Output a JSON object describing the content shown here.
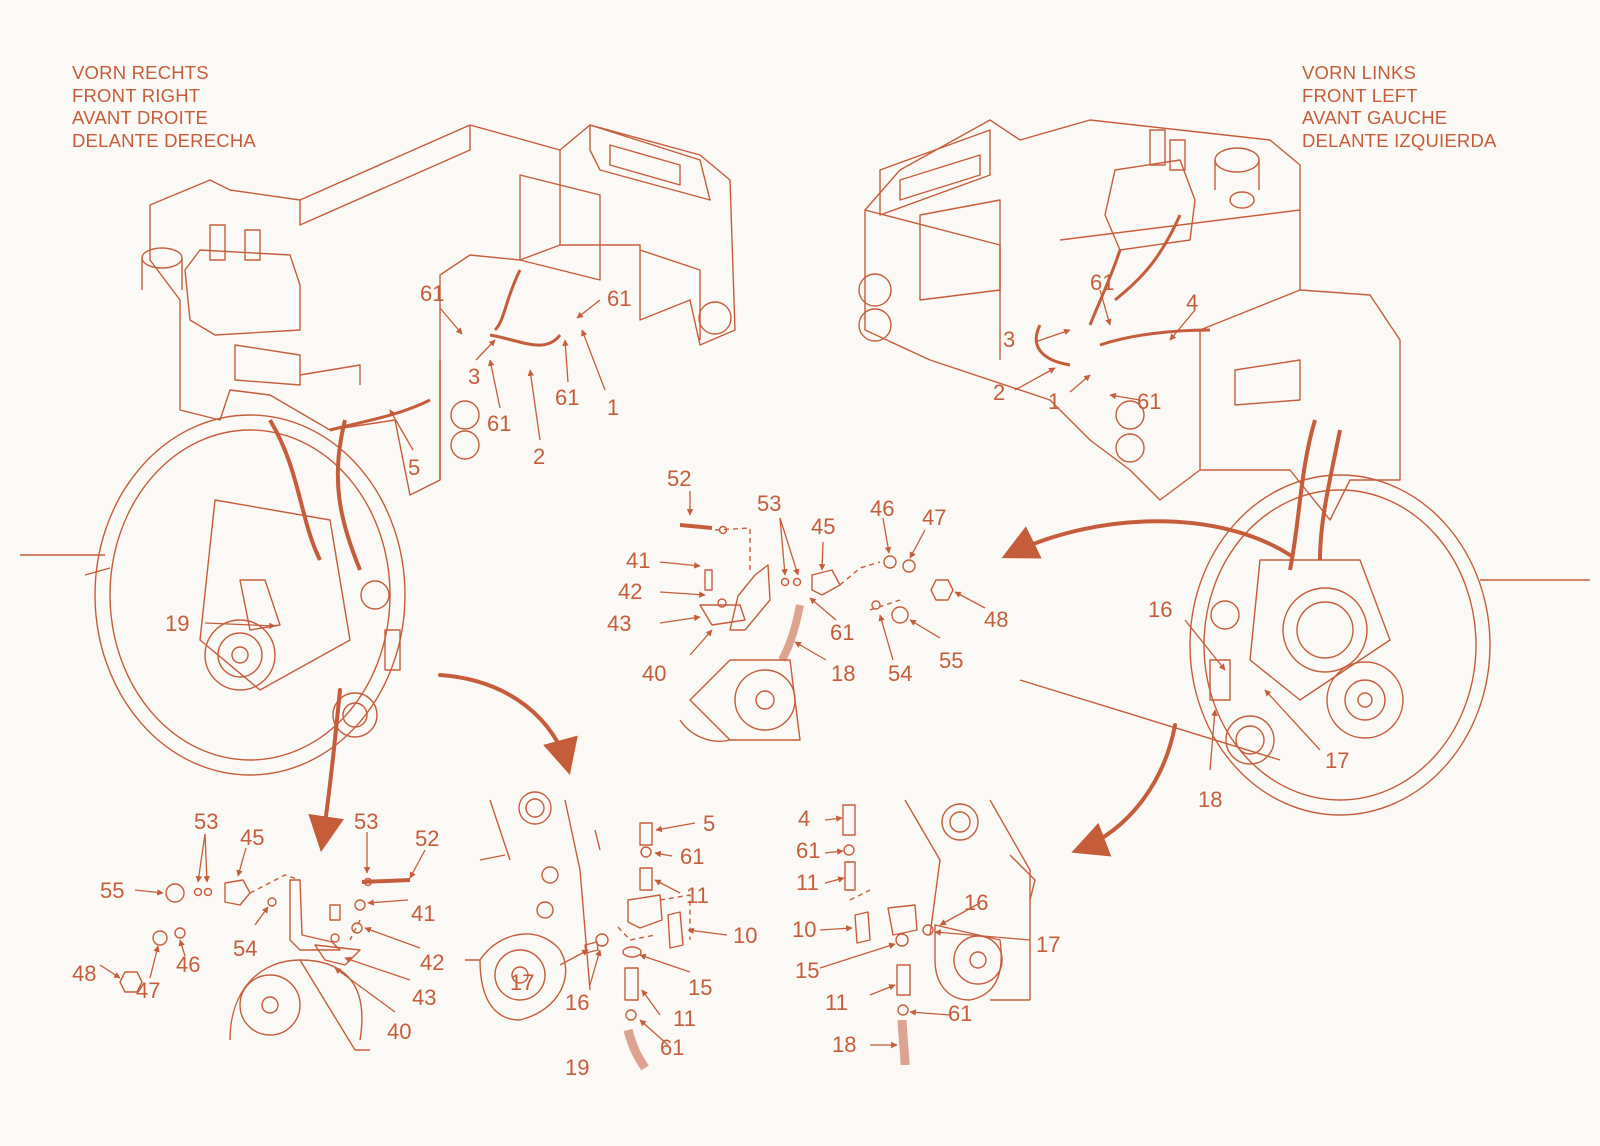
{
  "captions": {
    "front_right": [
      "VORN RECHTS",
      "FRONT RIGHT",
      "AVANT DROITE",
      "DELANTE DERECHA"
    ],
    "front_left": [
      "VORN LINKS",
      "FRONT LEFT",
      "AVANT GAUCHE",
      "DELANTE IZQUIERDA"
    ]
  },
  "colors": {
    "ink": "#c65d3a",
    "paper": "#fbf9f6"
  },
  "callouts": {
    "front_right_view": [
      "61",
      "61",
      "3",
      "61",
      "61",
      "1",
      "2",
      "5",
      "19"
    ],
    "front_left_view": [
      "61",
      "4",
      "3",
      "2",
      "1",
      "61",
      "16",
      "17",
      "18"
    ],
    "bracket_detail_center": [
      "52",
      "53",
      "45",
      "46",
      "47",
      "41",
      "42",
      "43",
      "61",
      "48",
      "54",
      "55",
      "40",
      "18"
    ],
    "bracket_detail_bottom_left": [
      "53",
      "45",
      "53",
      "52",
      "55",
      "41",
      "54",
      "42",
      "48",
      "47",
      "46",
      "43",
      "40"
    ],
    "hose_detail_right_side": [
      "5",
      "61",
      "11",
      "10",
      "17",
      "16",
      "15",
      "11",
      "61",
      "19"
    ],
    "hose_detail_left_side": [
      "4",
      "61",
      "11",
      "10",
      "16",
      "15",
      "17",
      "11",
      "61",
      "18"
    ]
  }
}
